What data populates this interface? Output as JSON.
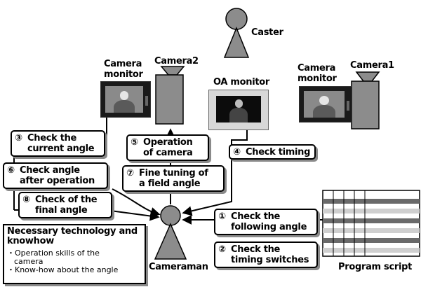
{
  "caster": {
    "label": "Caster"
  },
  "camera_monitor_left": {
    "label_line1": "Camera",
    "label_line2": "monitor"
  },
  "camera2": {
    "label": "Camera2"
  },
  "oa_monitor": {
    "label": "OA monitor"
  },
  "camera_monitor_right": {
    "label_line1": "Camera",
    "label_line2": "monitor"
  },
  "camera1": {
    "label": "Camera1"
  },
  "cameraman": {
    "label": "Cameraman"
  },
  "program_script": {
    "label": "Program script"
  },
  "steps": {
    "s3": {
      "num": "③",
      "line1": "Check the",
      "line2": "current angle"
    },
    "s5": {
      "num": "⑤",
      "line1": "Operation",
      "line2": "of camera"
    },
    "s4": {
      "num": "④",
      "line1": "Check timing"
    },
    "s6": {
      "num": "⑥",
      "line1": "Check angle",
      "line2": "after operation"
    },
    "s7": {
      "num": "⑦",
      "line1": "Fine tuning of",
      "line2": "a field angle"
    },
    "s8": {
      "num": "⑧",
      "line1": "Check of the",
      "line2": "final angle"
    },
    "s1": {
      "num": "①",
      "line1": "Check the",
      "line2": "following angle"
    },
    "s2": {
      "num": "②",
      "line1": "Check the",
      "line2": "timing switches"
    }
  },
  "knowhow": {
    "title_line1": "Necessary technology and",
    "title_line2": "knowhow",
    "bullet1_line1": "・Operation skills of the",
    "bullet1_line2": "camera",
    "bullet2": "・Know-how about the angle"
  },
  "colors": {
    "figure": "#8c8c8c",
    "camera_body": "#8c8c8c",
    "shadow": "#8a8a8a",
    "script_dark": "#6a6a6a",
    "script_light": "#cfcfcf"
  }
}
